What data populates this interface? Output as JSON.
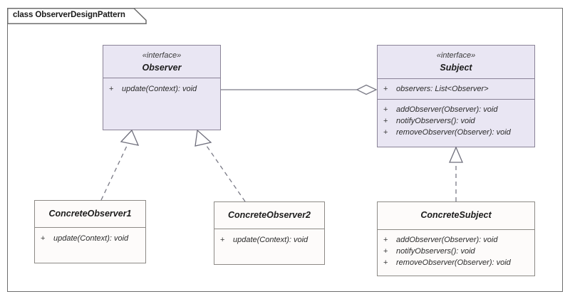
{
  "frame": {
    "label": "class ObserverDesignPattern",
    "kind": "class-diagram-frame"
  },
  "colors": {
    "interface_fill": "#e9e6f3",
    "interface_border": "#8a8397",
    "concrete_fill": "#fdfbfa",
    "concrete_border": "#8d8a86",
    "frame_border": "#6d6d6d",
    "connector": "#7a7a86",
    "canvas": "#ffffff"
  },
  "classes": {
    "observer": {
      "stereotype": "«interface»",
      "name": "Observer",
      "attributes": [],
      "operations": [
        {
          "visibility": "+",
          "signature": "update(Context): void"
        }
      ]
    },
    "subject": {
      "stereotype": "«interface»",
      "name": "Subject",
      "attributes": [
        {
          "visibility": "+",
          "signature": "observers: List<Observer>"
        }
      ],
      "operations": [
        {
          "visibility": "+",
          "signature": "addObserver(Observer): void"
        },
        {
          "visibility": "+",
          "signature": "notifyObservers(): void"
        },
        {
          "visibility": "+",
          "signature": "removeObserver(Observer): void"
        }
      ]
    },
    "concrete_observer_1": {
      "stereotype": "",
      "name": "ConcreteObserver1",
      "attributes": [],
      "operations": [
        {
          "visibility": "+",
          "signature": "update(Context): void"
        }
      ]
    },
    "concrete_observer_2": {
      "stereotype": "",
      "name": "ConcreteObserver2",
      "attributes": [],
      "operations": [
        {
          "visibility": "+",
          "signature": "update(Context): void"
        }
      ]
    },
    "concrete_subject": {
      "stereotype": "",
      "name": "ConcreteSubject",
      "attributes": [],
      "operations": [
        {
          "visibility": "+",
          "signature": "addObserver(Observer): void"
        },
        {
          "visibility": "+",
          "signature": "notifyObservers(): void"
        },
        {
          "visibility": "+",
          "signature": "removeObserver(Observer): void"
        }
      ]
    }
  },
  "relationships": [
    {
      "id": "observer-aggregated-by-subject",
      "type": "aggregation",
      "source": "Observer",
      "target": "Subject",
      "line": "solid",
      "end_marker": "hollow-diamond"
    },
    {
      "id": "concreteobserver1-realizes-observer",
      "type": "realization",
      "source": "ConcreteObserver1",
      "target": "Observer",
      "line": "dashed",
      "end_marker": "hollow-triangle"
    },
    {
      "id": "concreteobserver2-realizes-observer",
      "type": "realization",
      "source": "ConcreteObserver2",
      "target": "Observer",
      "line": "dashed",
      "end_marker": "hollow-triangle"
    },
    {
      "id": "concretesubject-realizes-subject",
      "type": "realization",
      "source": "ConcreteSubject",
      "target": "Subject",
      "line": "dashed",
      "end_marker": "hollow-triangle"
    }
  ]
}
